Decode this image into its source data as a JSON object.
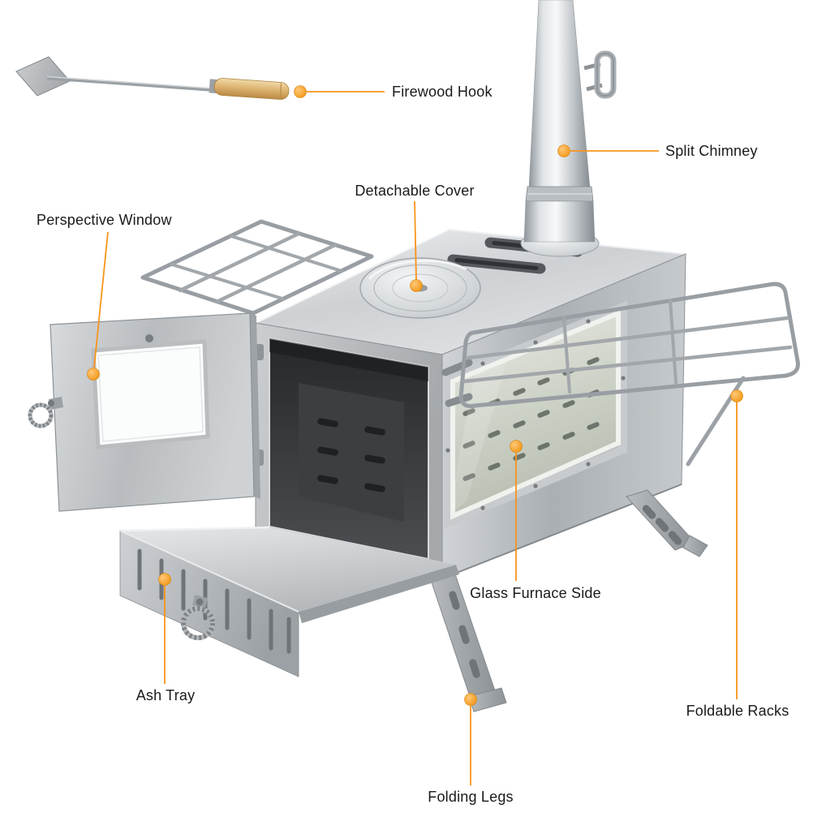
{
  "page": {
    "background": "#ffffff",
    "accent": "#F7941D"
  },
  "product": {
    "type": "camping wood stove annotated diagram"
  },
  "callouts": {
    "firewood_hook": "Firewood Hook",
    "split_chimney": "Split Chimney",
    "detachable_cover": "Detachable Cover",
    "perspective_window": "Perspective Window",
    "glass_furnace_side": "Glass Furnace Side",
    "ash_tray": "Ash Tray",
    "foldable_racks": "Foldable Racks",
    "folding_legs": "Folding Legs"
  }
}
